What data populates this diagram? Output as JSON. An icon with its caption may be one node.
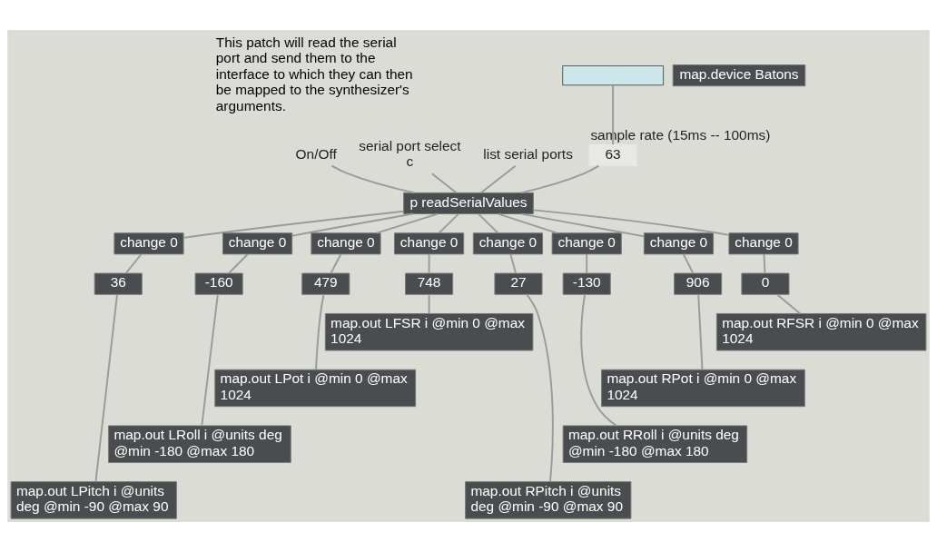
{
  "diagram": {
    "nodes": [
      {
        "text": [
          "On/Off"
        ]
      },
      {
        "text": [],
        "shape": "bar"
      },
      {
        "text": [
          "serial port select",
          "c"
        ]
      },
      {
        "text": [
          "list serial ports"
        ]
      },
      {
        "text": [
          "63"
        ],
        "beside": [
          "sample rate (15ms -- 100ms)"
        ]
      },
      {
        "text": [
          "p readSerialValues"
        ]
      },
      {
        "text": [
          "map.device Batons"
        ]
      },
      {
        "text": [
          "change 0"
        ]
      },
      {
        "text": [
          "change 0"
        ]
      },
      {
        "text": [
          "change 0"
        ]
      },
      {
        "text": [
          "change 0"
        ]
      },
      {
        "text": [
          "change 0"
        ]
      },
      {
        "text": [
          "change 0"
        ]
      },
      {
        "text": [
          "change 0"
        ]
      },
      {
        "text": [
          "change 0"
        ]
      },
      {
        "text": [
          "36"
        ]
      },
      {
        "text": [
          "-160"
        ]
      },
      {
        "text": [
          "479"
        ]
      },
      {
        "text": [
          "748"
        ]
      },
      {
        "text": [
          "27"
        ]
      },
      {
        "text": [
          "-130"
        ]
      },
      {
        "text": [
          "906"
        ]
      },
      {
        "text": [
          "0"
        ]
      },
      {
        "text": [
          "map.out LPitch i @units deg @min -90 @max 90"
        ]
      },
      {
        "text": [
          "map.out LRoll i @units deg @min -180 @max 180"
        ]
      },
      {
        "text": [
          "map.out LPot i @min 0 @max 1024"
        ]
      },
      {
        "text": [
          "map.out LFSR i @min 0 @max 1024"
        ]
      },
      {
        "text": [
          "map.out RPitch i @units deg @min -90 @max 90"
        ]
      },
      {
        "text": [
          "map.out RRoll i @units deg @min -180 @max 180"
        ]
      },
      {
        "text": [
          "map.out RPot i @min 0 @max 1024"
        ]
      },
      {
        "text": [
          "map.out RFSR i @min 0 @max 1024"
        ]
      }
    ],
    "edges": [
      {
        "from": 0,
        "to": 5,
        "arrow": "none"
      },
      {
        "from": 1,
        "to": 4,
        "arrow": "none"
      },
      {
        "from": 4,
        "to": 5,
        "arrow": "none"
      },
      {
        "from": 2,
        "to": 5,
        "arrow": "none"
      },
      {
        "from": 3,
        "to": 5,
        "arrow": "none"
      },
      {
        "from": 5,
        "to": 7,
        "arrow": "none"
      },
      {
        "from": 5,
        "to": 8,
        "arrow": "none"
      },
      {
        "from": 5,
        "to": 9,
        "arrow": "none"
      },
      {
        "from": 5,
        "to": 10,
        "arrow": "none"
      },
      {
        "from": 5,
        "to": 11,
        "arrow": "none"
      },
      {
        "from": 5,
        "to": 12,
        "arrow": "none"
      },
      {
        "from": 5,
        "to": 13,
        "arrow": "none"
      },
      {
        "from": 5,
        "to": 14,
        "arrow": "none"
      },
      {
        "from": 7,
        "to": 15,
        "arrow": "none"
      },
      {
        "from": 8,
        "to": 16,
        "arrow": "none"
      },
      {
        "from": 9,
        "to": 17,
        "arrow": "none"
      },
      {
        "from": 10,
        "to": 18,
        "arrow": "none"
      },
      {
        "from": 11,
        "to": 19,
        "arrow": "none"
      },
      {
        "from": 12,
        "to": 20,
        "arrow": "none"
      },
      {
        "from": 13,
        "to": 21,
        "arrow": "none"
      },
      {
        "from": 14,
        "to": 22,
        "arrow": "none"
      },
      {
        "from": 15,
        "to": 23,
        "arrow": "none"
      },
      {
        "from": 16,
        "to": 24,
        "arrow": "none"
      },
      {
        "from": 17,
        "to": 25,
        "arrow": "none"
      },
      {
        "from": 18,
        "to": 26,
        "arrow": "none"
      },
      {
        "from": 19,
        "to": 27,
        "arrow": "none"
      },
      {
        "from": 20,
        "to": 28,
        "arrow": "none"
      },
      {
        "from": 21,
        "to": 29,
        "arrow": "none"
      },
      {
        "from": 22,
        "to": 30,
        "arrow": "none"
      }
    ],
    "labels": [
      "This patch will read the serial port and send them to the interface to which they can then be mapped to the synthesizer's arguments."
    ]
  }
}
